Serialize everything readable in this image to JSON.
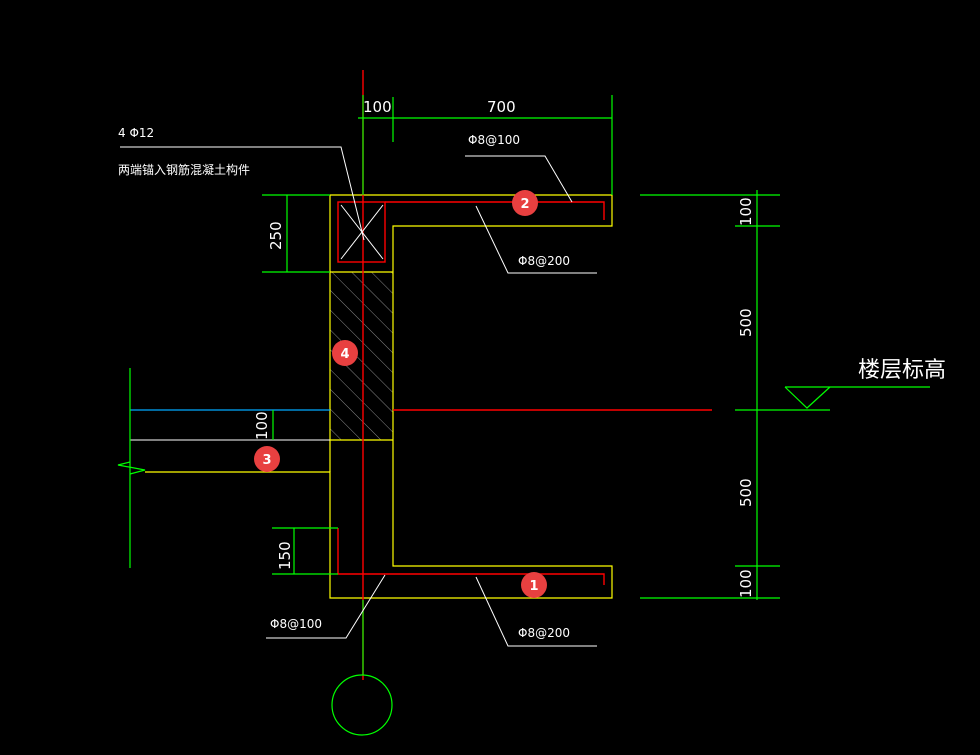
{
  "dimensions": {
    "top_left": "100",
    "top_right": "700",
    "left_top": "250",
    "left_mid": "100",
    "left_bottom": "150",
    "right_1": "100",
    "right_2": "500",
    "right_3": "500",
    "right_4": "100"
  },
  "labels": {
    "corner_bars": "4 Φ12",
    "anchor_note": "两端锚入钢筋混凝土构件",
    "top_bar_upper": "Φ8@100",
    "top_bar_lower": "Φ8@200",
    "bottom_bar_left": "Φ8@100",
    "bottom_bar_right": "Φ8@200",
    "floor_elevation": "楼层标高"
  },
  "markers": [
    "1",
    "2",
    "3",
    "4"
  ],
  "colors": {
    "background": "#000000",
    "outline": "#ffff00",
    "rebar": "#ff0000",
    "dimension": "#00ff00",
    "marker": "#e84040"
  }
}
